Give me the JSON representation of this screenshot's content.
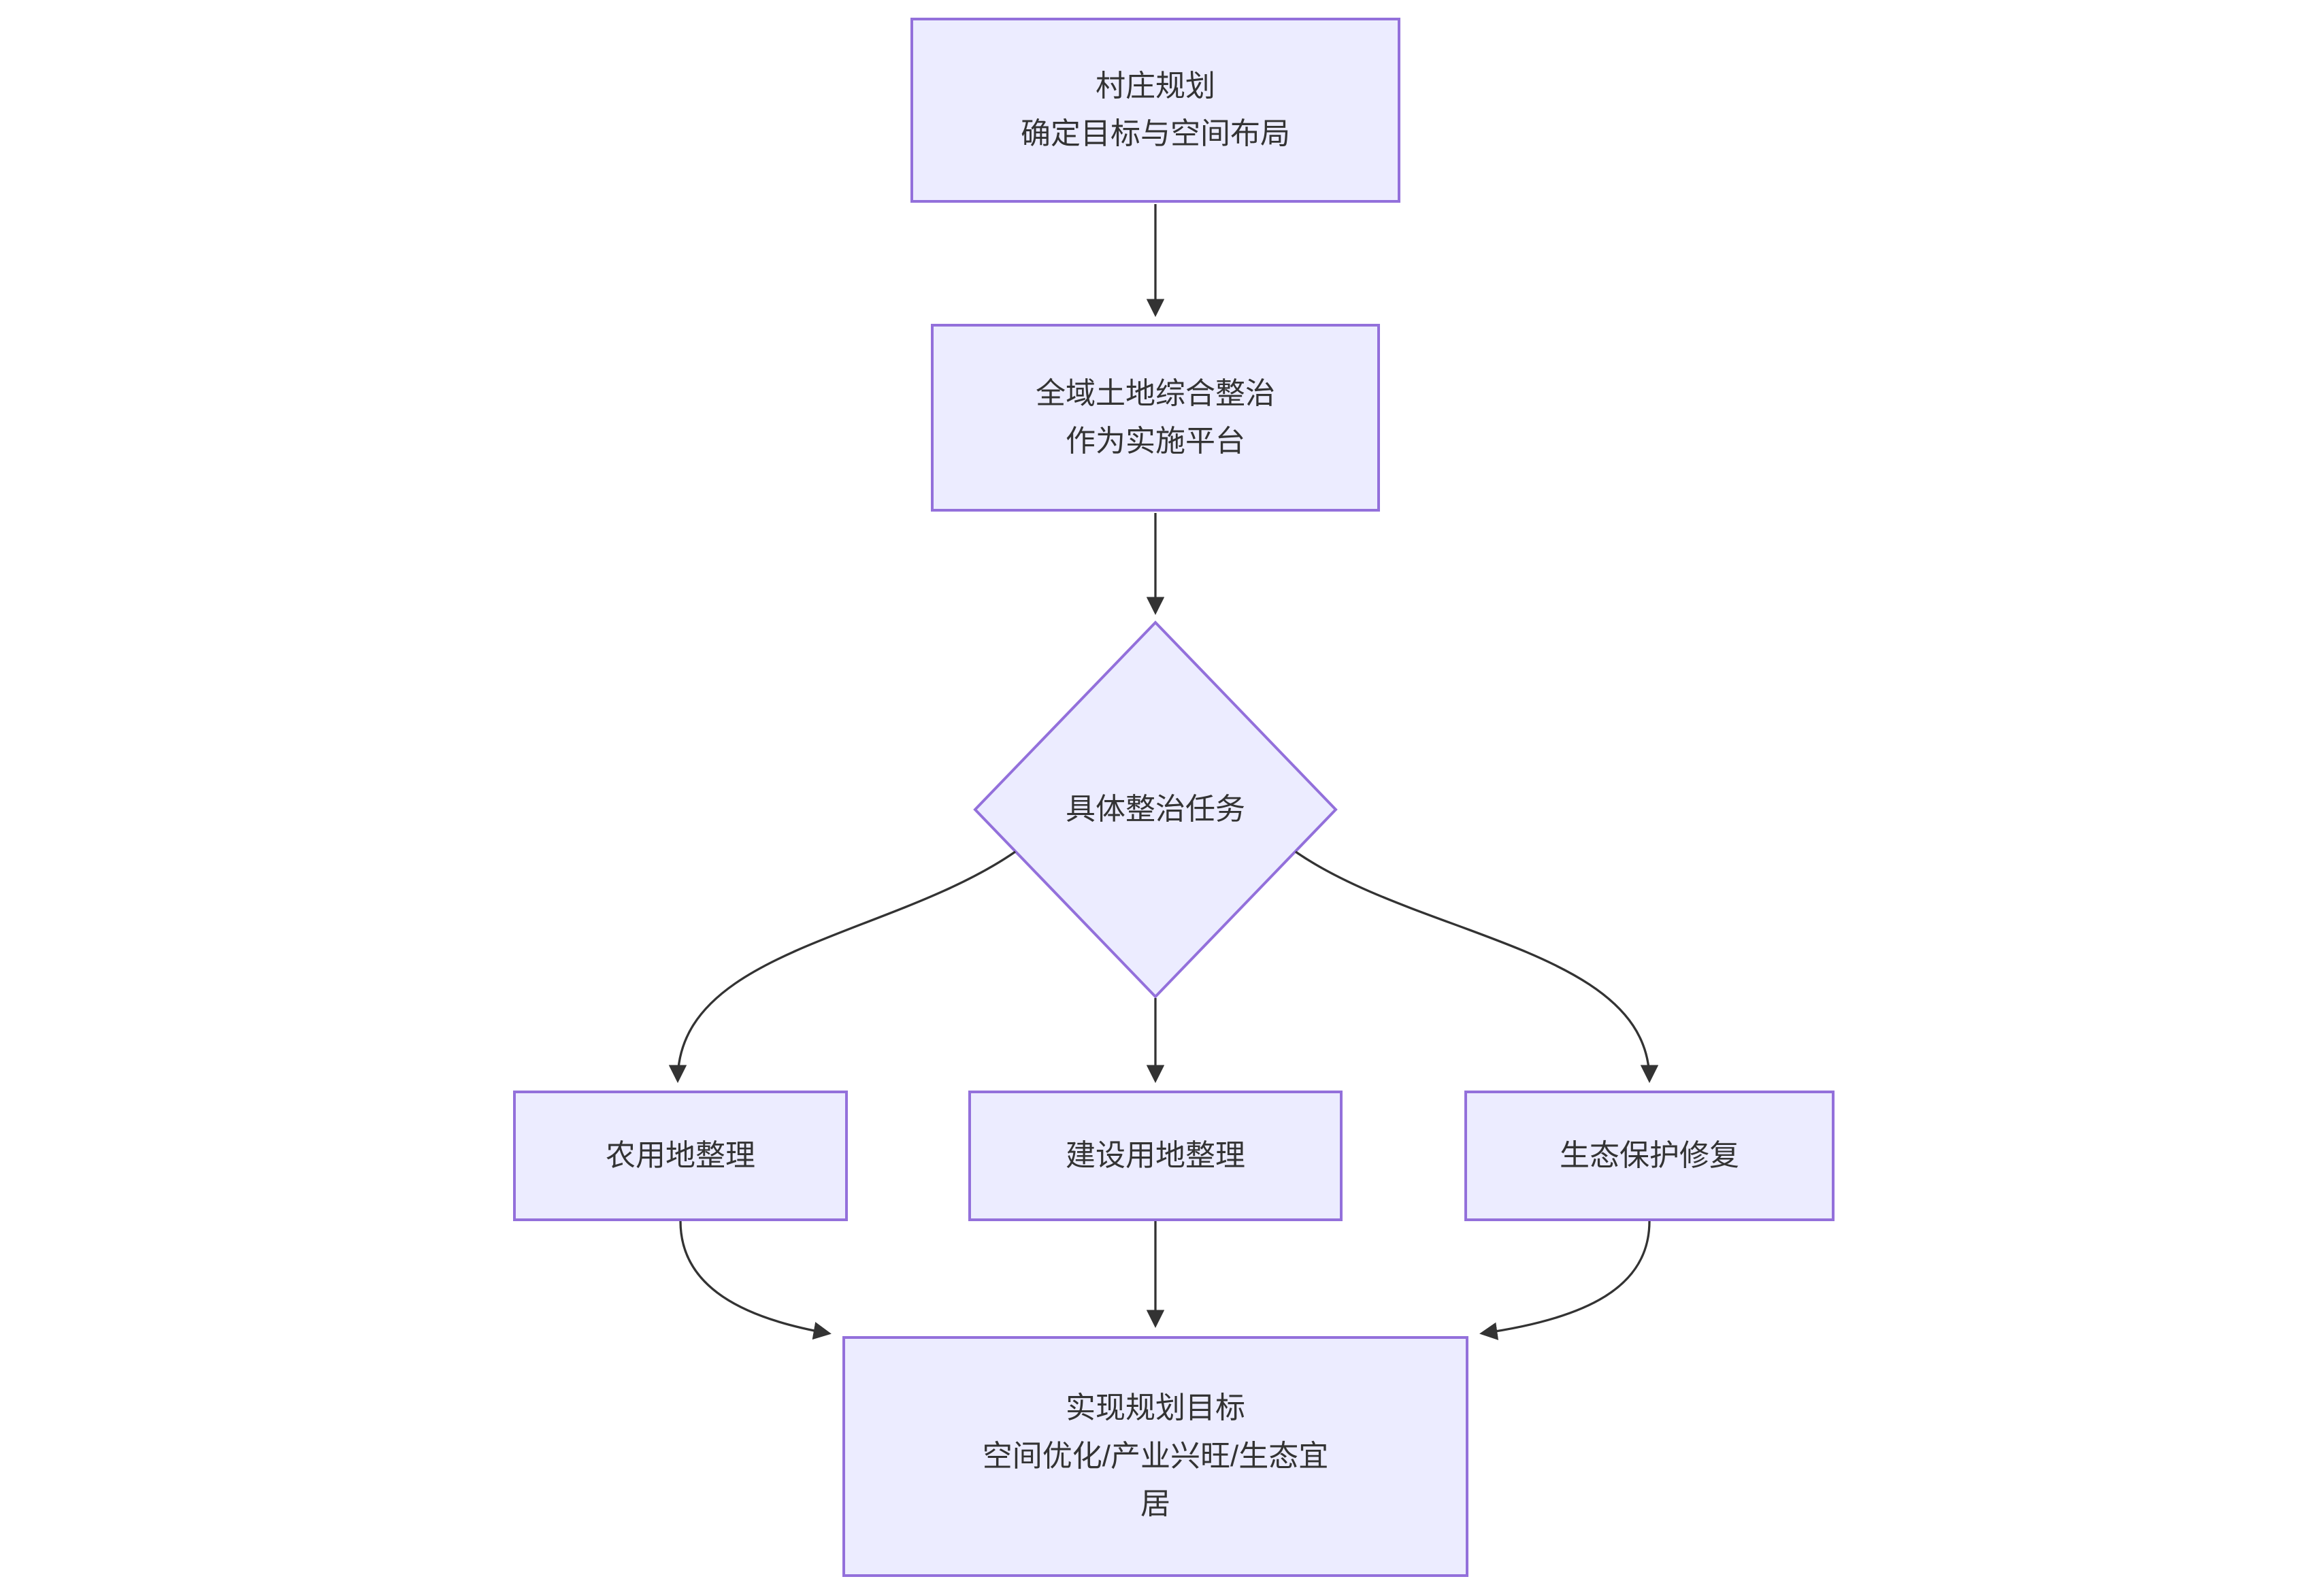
{
  "diagram_type": "flowchart",
  "theme": {
    "background": "#ffffff",
    "node_fill": "#ECECFF",
    "node_border": "#9370DB",
    "edge_color": "#333333",
    "text_color": "#333333"
  },
  "nodes": {
    "planning": {
      "shape": "rectangle",
      "lines": [
        "村庄规划",
        "确定目标与空间布局"
      ]
    },
    "platform": {
      "shape": "rectangle",
      "lines": [
        "全域土地综合整治",
        "作为实施平台"
      ]
    },
    "tasks": {
      "shape": "diamond",
      "lines": [
        "具体整治任务"
      ]
    },
    "farmland": {
      "shape": "rectangle",
      "lines": [
        "农用地整理"
      ]
    },
    "construction": {
      "shape": "rectangle",
      "lines": [
        "建设用地整理"
      ]
    },
    "ecology": {
      "shape": "rectangle",
      "lines": [
        "生态保护修复"
      ]
    },
    "goal": {
      "shape": "rectangle",
      "lines": [
        "实现规划目标",
        "空间优化/产业兴旺/生态宜",
        "居"
      ]
    }
  },
  "edges": [
    {
      "from": "planning",
      "to": "platform"
    },
    {
      "from": "platform",
      "to": "tasks"
    },
    {
      "from": "tasks",
      "to": "farmland"
    },
    {
      "from": "tasks",
      "to": "construction"
    },
    {
      "from": "tasks",
      "to": "ecology"
    },
    {
      "from": "farmland",
      "to": "goal"
    },
    {
      "from": "construction",
      "to": "goal"
    },
    {
      "from": "ecology",
      "to": "goal"
    }
  ]
}
